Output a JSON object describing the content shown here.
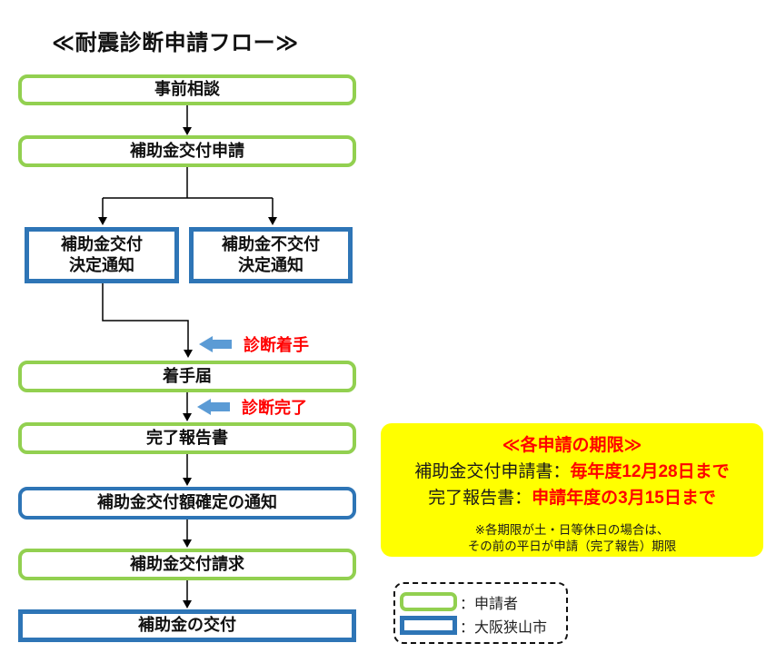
{
  "title": "≪耐震診断申請フロー≫",
  "colors": {
    "green": "#92D050",
    "blue": "#2E75B6",
    "arrowblue": "#5B9BD5",
    "red": "#FF0000",
    "yellow": "#FFFF00"
  },
  "flow": {
    "boxes": [
      {
        "label": "事前相談",
        "type": "applicant"
      },
      {
        "label": "補助金交付申請",
        "type": "applicant"
      },
      {
        "line1": "補助金交付",
        "line2": "決定通知",
        "type": "city"
      },
      {
        "line1": "補助金不交付",
        "line2": "決定通知",
        "type": "city"
      },
      {
        "label": "着手届",
        "type": "applicant"
      },
      {
        "label": "完了報告書",
        "type": "applicant"
      },
      {
        "label": "補助金交付額確定の通知",
        "type": "city"
      },
      {
        "label": "補助金交付請求",
        "type": "applicant"
      },
      {
        "label": "補助金の交付",
        "type": "city"
      }
    ],
    "annotations": [
      {
        "label": "診断着手"
      },
      {
        "label": "診断完了"
      }
    ]
  },
  "deadline_panel": {
    "title": "≪各申請の期限≫",
    "line1_prefix": "補助金交付申請書：",
    "line1_value": "毎年度12月28日まで",
    "line2_prefix": "完了報告書：",
    "line2_value": "申請年度の3月15日まで",
    "note_line1": "※各期限が土・日等休日の場合は、",
    "note_line2": "その前の平日が申請（完了報告）期限"
  },
  "legend": {
    "applicant_label": "：申請者",
    "city_label": "：大阪狭山市"
  }
}
